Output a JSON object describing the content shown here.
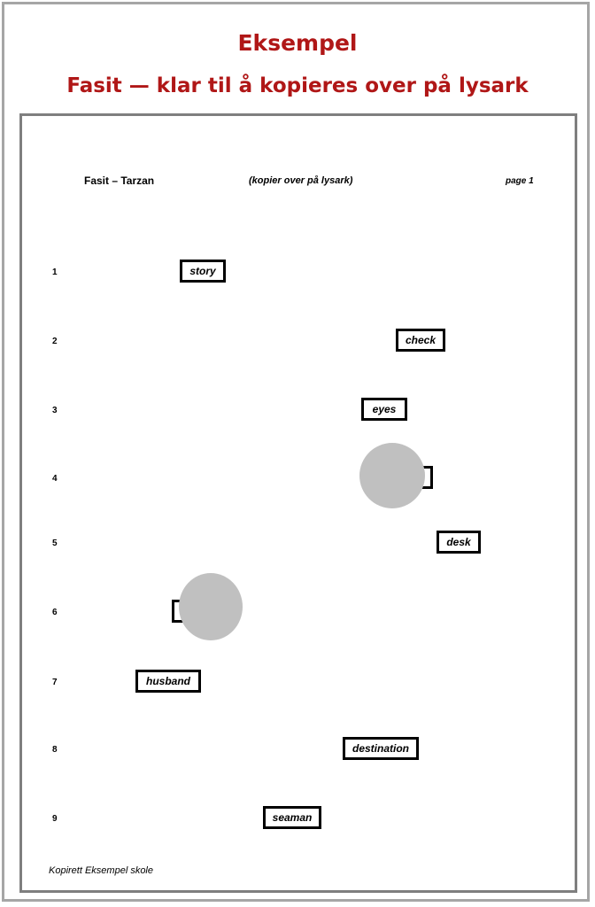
{
  "heading": {
    "line1": "Eksempel",
    "line2": "Fasit — klar til å kopieres over på lysark"
  },
  "sheet": {
    "title": "Fasit – Tarzan",
    "subtitle": "(kopier over på lysark)",
    "page": "page 1",
    "footer": "Kopirett Eksempel skole",
    "rows": [
      {
        "number": "1",
        "word": "story"
      },
      {
        "number": "2",
        "word": "check"
      },
      {
        "number": "3",
        "word": "eyes"
      },
      {
        "number": "4",
        "word": ""
      },
      {
        "number": "5",
        "word": "desk"
      },
      {
        "number": "6",
        "word": ""
      },
      {
        "number": "7",
        "word": "husband"
      },
      {
        "number": "8",
        "word": "destination"
      },
      {
        "number": "9",
        "word": "seaman"
      }
    ]
  },
  "colors": {
    "heading": "#b01717",
    "outer_border": "#a6a6a6",
    "sheet_border": "#7f7f7f",
    "redaction": "#c0c0c0"
  }
}
